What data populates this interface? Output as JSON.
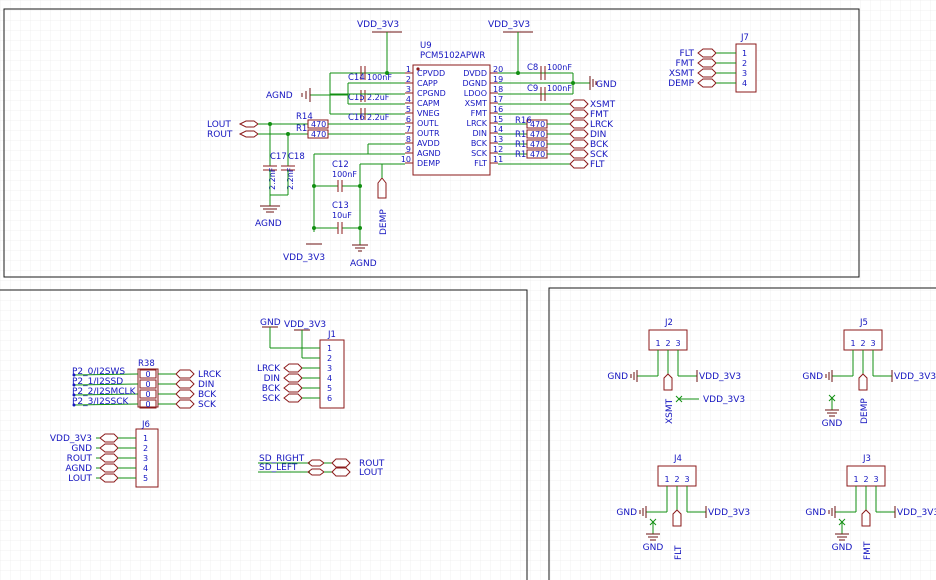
{
  "u9": {
    "ref": "U9",
    "part": "PCM5102APWR",
    "left_pins": [
      {
        "num": "1",
        "name": "CPVDD"
      },
      {
        "num": "2",
        "name": "CAPP"
      },
      {
        "num": "3",
        "name": "CPGND"
      },
      {
        "num": "4",
        "name": "CAPM"
      },
      {
        "num": "5",
        "name": "VNEG"
      },
      {
        "num": "6",
        "name": "OUTL"
      },
      {
        "num": "7",
        "name": "OUTR"
      },
      {
        "num": "8",
        "name": "AVDD"
      },
      {
        "num": "9",
        "name": "AGND"
      },
      {
        "num": "10",
        "name": "DEMP"
      }
    ],
    "right_pins": [
      {
        "num": "20",
        "name": "DVDD"
      },
      {
        "num": "19",
        "name": "DGND"
      },
      {
        "num": "18",
        "name": "LDOO"
      },
      {
        "num": "17",
        "name": "XSMT"
      },
      {
        "num": "16",
        "name": "FMT"
      },
      {
        "num": "15",
        "name": "LRCK"
      },
      {
        "num": "14",
        "name": "DIN"
      },
      {
        "num": "13",
        "name": "BCK"
      },
      {
        "num": "12",
        "name": "SCK"
      },
      {
        "num": "11",
        "name": "FLT"
      }
    ]
  },
  "caps": {
    "c14": {
      "ref": "C14",
      "value": "100nF"
    },
    "c15": {
      "ref": "C15",
      "value": "2.2uF"
    },
    "c16": {
      "ref": "C16",
      "value": "2.2uF"
    },
    "c8": {
      "ref": "C8",
      "value": "100nF"
    },
    "c9": {
      "ref": "C9",
      "value": "100nF"
    },
    "c12": {
      "ref": "C12",
      "value": "100nF"
    },
    "c13": {
      "ref": "C13",
      "value": "10uF"
    },
    "c17": {
      "ref": "C17",
      "value": "2.2nF"
    },
    "c18": {
      "ref": "C18",
      "value": "2.2nF"
    }
  },
  "res_out": {
    "r14": {
      "ref": "R14",
      "value": "470"
    },
    "r1": {
      "ref": "R1",
      "value": "470"
    }
  },
  "res_in": {
    "refs": [
      "R16",
      "R1",
      "R1",
      "R1"
    ],
    "values": [
      "470",
      "470",
      "470",
      "470"
    ]
  },
  "nets": {
    "vdd": "VDD_3V3",
    "gnd": "GND",
    "agnd": "AGND",
    "lout": "LOUT",
    "rout": "ROUT",
    "demp": "DEMP",
    "xsmt": "XSMT",
    "fmt": "FMT",
    "lrck": "LRCK",
    "din": "DIN",
    "bck": "BCK",
    "sck": "SCK",
    "flt": "FLT"
  },
  "j7": {
    "ref": "J7",
    "labels": [
      "FLT",
      "FMT",
      "XSMT",
      "DEMP"
    ],
    "pins": [
      "1",
      "2",
      "3",
      "4"
    ]
  },
  "r38": {
    "ref": "R38",
    "nets": [
      "P2_0/I2SWS",
      "P2_1/I2SSD",
      "P2_2/I2SMCLK",
      "P2_3/I2SSCK"
    ],
    "outs": [
      "LRCK",
      "DIN",
      "BCK",
      "SCK"
    ],
    "values": [
      "0",
      "0",
      "0",
      "0"
    ]
  },
  "j1": {
    "ref": "J1",
    "top_labels": [
      "GND",
      "VDD_3V3"
    ],
    "labels": [
      "LRCK",
      "DIN",
      "BCK",
      "SCK"
    ],
    "pins": [
      "1",
      "2",
      "3",
      "4",
      "5",
      "6"
    ]
  },
  "j6": {
    "ref": "J6",
    "labels": [
      "VDD_3V3",
      "GND",
      "ROUT",
      "AGND",
      "LOUT"
    ],
    "pins": [
      "1",
      "2",
      "3",
      "4",
      "5"
    ]
  },
  "sd": {
    "nets": [
      "SD_RIGHT",
      "SD_LEFT"
    ],
    "outs": [
      "ROUT",
      "LOUT"
    ]
  },
  "switches": [
    {
      "ref": "J2",
      "left": "GND",
      "right": "VDD_3V3",
      "mid": "XSMT",
      "extra": "VDD_3V3",
      "pins": [
        "1",
        "2",
        "3"
      ]
    },
    {
      "ref": "J5",
      "left": "GND",
      "right": "VDD_3V3",
      "mid": "DEMP",
      "extra": "GND",
      "pins": [
        "1",
        "2",
        "3"
      ]
    },
    {
      "ref": "J4",
      "left": "GND",
      "right": "VDD_3V3",
      "mid": "FLT",
      "extra": "GND",
      "pins": [
        "1",
        "2",
        "3"
      ]
    },
    {
      "ref": "J3",
      "left": "GND",
      "right": "VDD_3V3",
      "mid": "FMT",
      "extra": "GND",
      "pins": [
        "1",
        "2",
        "3"
      ]
    }
  ]
}
